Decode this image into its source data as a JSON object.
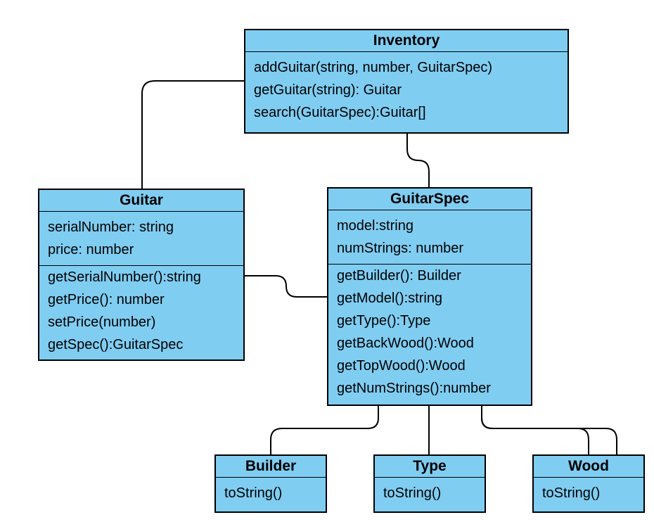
{
  "colors": {
    "box_fill": "#80cdf2",
    "stroke": "#000000"
  },
  "classes": {
    "inventory": {
      "name": "Inventory",
      "attributes": [],
      "methods": [
        "addGuitar(string, number, GuitarSpec)",
        "getGuitar(string): Guitar",
        "search(GuitarSpec):Guitar[]"
      ]
    },
    "guitar": {
      "name": "Guitar",
      "attributes": [
        "serialNumber: string",
        "price: number"
      ],
      "methods": [
        "getSerialNumber():string",
        "getPrice(): number",
        "setPrice(number)",
        "getSpec():GuitarSpec"
      ]
    },
    "guitarspec": {
      "name": "GuitarSpec",
      "attributes": [
        "model:string",
        "numStrings: number"
      ],
      "methods": [
        "getBuilder(): Builder",
        "getModel():string",
        "getType():Type",
        "getBackWood():Wood",
        "getTopWood():Wood",
        "getNumStrings():number"
      ]
    },
    "builder": {
      "name": "Builder",
      "attributes": [],
      "methods": [
        "toString()"
      ]
    },
    "type": {
      "name": "Type",
      "attributes": [],
      "methods": [
        "toString()"
      ]
    },
    "wood": {
      "name": "Wood",
      "attributes": [],
      "methods": [
        "toString()"
      ]
    }
  }
}
